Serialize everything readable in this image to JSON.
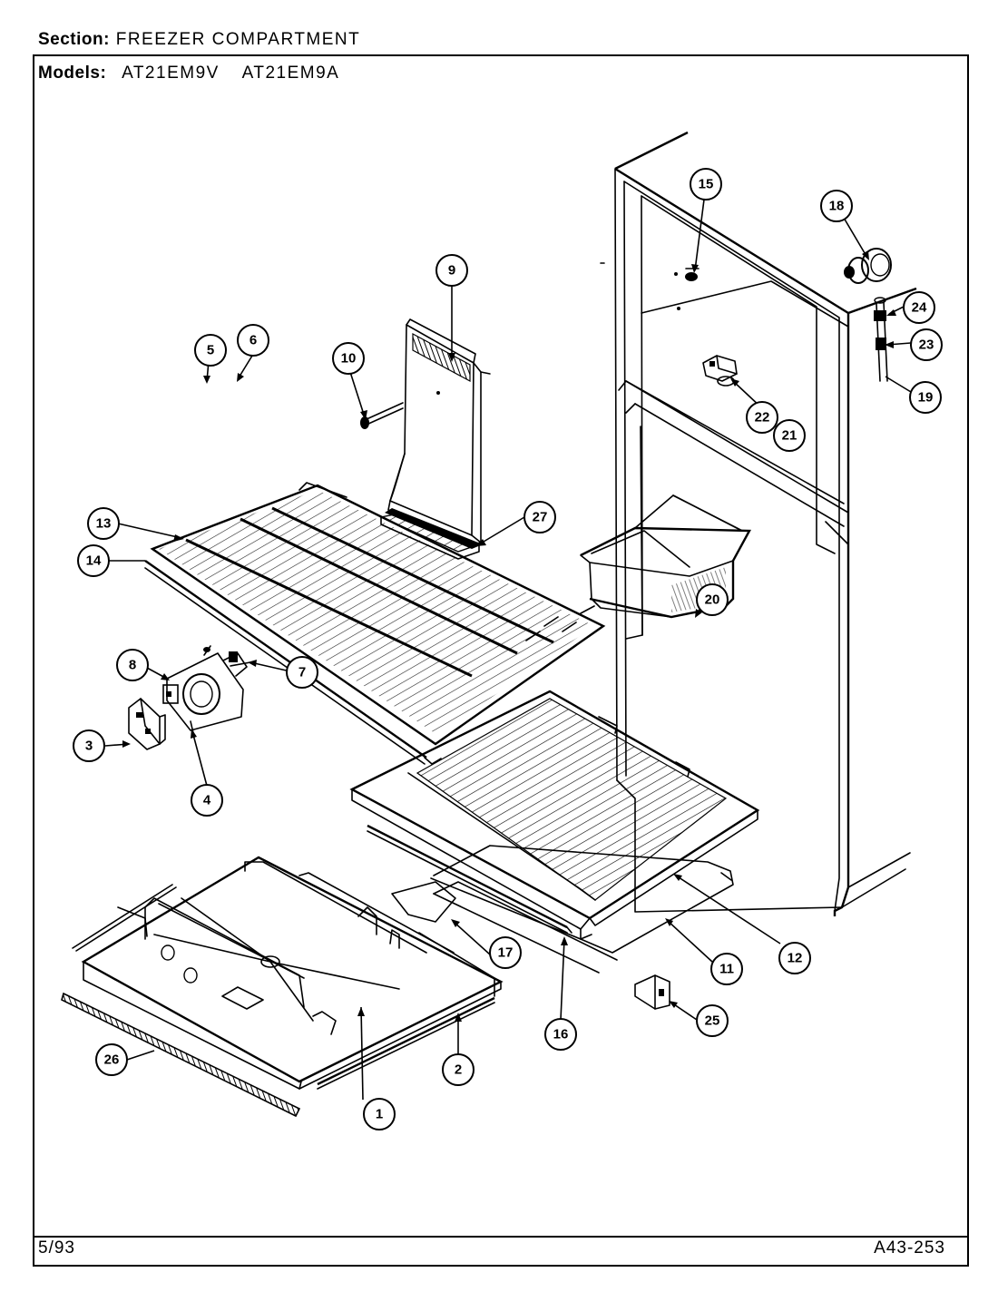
{
  "header": {
    "section_label": "Section:",
    "section_value": "FREEZER COMPARTMENT",
    "models_label": "Models:",
    "models": [
      "AT21EM9V",
      "AT21EM9A"
    ]
  },
  "footer": {
    "date": "5/93",
    "doc_number": "A43-253"
  },
  "callouts": [
    {
      "id": "1",
      "label": "1"
    },
    {
      "id": "2",
      "label": "2"
    },
    {
      "id": "3",
      "label": "3"
    },
    {
      "id": "4",
      "label": "4"
    },
    {
      "id": "5",
      "label": "5"
    },
    {
      "id": "6",
      "label": "6"
    },
    {
      "id": "7",
      "label": "7"
    },
    {
      "id": "8",
      "label": "8"
    },
    {
      "id": "9",
      "label": "9"
    },
    {
      "id": "10",
      "label": "10"
    },
    {
      "id": "11",
      "label": "11"
    },
    {
      "id": "12",
      "label": "12"
    },
    {
      "id": "13",
      "label": "13"
    },
    {
      "id": "14",
      "label": "14"
    },
    {
      "id": "15",
      "label": "15"
    },
    {
      "id": "16",
      "label": "16"
    },
    {
      "id": "17",
      "label": "17"
    },
    {
      "id": "18",
      "label": "18"
    },
    {
      "id": "19",
      "label": "19"
    },
    {
      "id": "20",
      "label": "20"
    },
    {
      "id": "21",
      "label": "21"
    },
    {
      "id": "22",
      "label": "22"
    },
    {
      "id": "23",
      "label": "23"
    },
    {
      "id": "24",
      "label": "24"
    },
    {
      "id": "25",
      "label": "25"
    },
    {
      "id": "26",
      "label": "26"
    },
    {
      "id": "27",
      "label": "27"
    }
  ]
}
